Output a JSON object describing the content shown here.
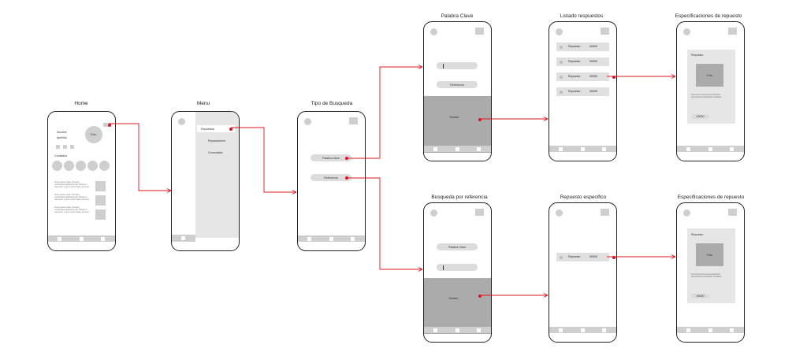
{
  "titles": {
    "home": "Home",
    "menu": "Menu",
    "tipo": "Tipo de Busqueda",
    "palabra": "Palabra Clave",
    "listado": "Listado respuestos",
    "espec1": "Especificaciones de repuesto",
    "busqueda_ref": "Busqueda por referencia",
    "repuesto_esp": "Repuesto especifico",
    "espec2": "Especificaciones de repuesto"
  },
  "home": {
    "nombre": "Nombre",
    "apellido": "Apellido",
    "foto": "Foto",
    "contactos": "Contactos",
    "lorem": "Lorem ipsum dolor sit amet, consectetur adipiscing elit. Mauris in nisl lorem. Lorem ipsum dolor sit amet"
  },
  "menu": {
    "items": [
      "Repuestos",
      "Reparaciones",
      "Comunidad"
    ]
  },
  "tipo": {
    "options": [
      "Palabra clave",
      "Referencia"
    ]
  },
  "palabra": {
    "referencia": "Referencia",
    "teclado": "Teclado"
  },
  "listado": {
    "rows": [
      {
        "label": "Repuesto",
        "code": "00000"
      },
      {
        "label": "Repuesto",
        "code": "00000"
      },
      {
        "label": "Repuesto",
        "code": "00000"
      },
      {
        "label": "Repuesto",
        "code": "00000"
      }
    ]
  },
  "espec": {
    "repuesto": "Repuesto",
    "foto": "Foto",
    "desc": "Descripcionderepuestodetallado Especificaciondetallada detallada",
    "code": "00000"
  },
  "busqueda_ref": {
    "palabra": "Palabra Clave",
    "teclado": "Teclado"
  },
  "repuesto_esp": {
    "label": "Repuesto",
    "code": "00000"
  },
  "colors": {
    "accent": "#e0141e",
    "placeholder": "#cfcfcf",
    "keyboard": "#ababab"
  }
}
